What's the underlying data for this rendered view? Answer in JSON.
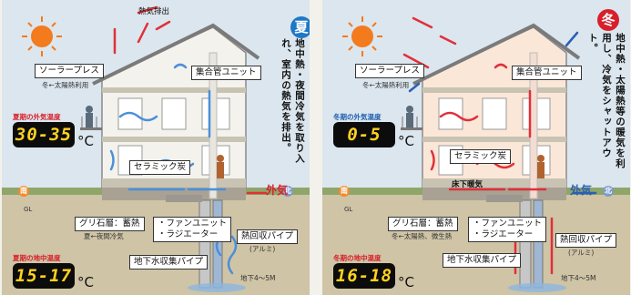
{
  "summer": {
    "season_char": "夏",
    "description": "地中熱・夜間冷気を取り入れ、室内の熱気を排出。",
    "exhaust_label": "熱気排出",
    "solar_label": "ソーラープレス",
    "solar_sub": "冬←太陽熱利用",
    "collector_label": "集合管ユニット",
    "ceramic_label": "セラミック炭",
    "outside_temp_title": "夏期の外気温度",
    "outside_temp": "30-35",
    "outside_air": "外気",
    "gravel_label": "グリ石層：蓄熱",
    "gravel_sub": "夏←夜間冷気",
    "fan_label": "・ファンユニット\n・ラジエーター",
    "heat_pipe_label": "熱回収パイプ",
    "heat_pipe_sub": "(アルミ)",
    "water_pipe_label": "地下水収集パイプ",
    "depth_label": "地下4～5M",
    "ground_temp_title": "夏期の地中温度",
    "ground_temp": "15-17",
    "gl": "GL",
    "unit": "°C",
    "east_char": "南",
    "north_char": "北"
  },
  "winter": {
    "season_char": "冬",
    "description": "地中熱・太陽熱等の暖気を利用し、冷気をシャットアウト。",
    "solar_label": "ソーラープレス",
    "solar_sub": "冬←太陽熱利用",
    "collector_label": "集合管ユニット",
    "ceramic_label": "セラミック炭",
    "floor_label": "床下暖気",
    "outside_temp_title": "冬期の外気温度",
    "outside_temp": "0-5",
    "outside_air": "外気",
    "gravel_label": "グリ石層：蓄熱",
    "gravel_sub": "冬←太陽熱、微生熱",
    "fan_label": "・ファンユニット\n・ラジエーター",
    "heat_pipe_label": "熱回収パイプ",
    "heat_pipe_sub": "(アルミ)",
    "water_pipe_label": "地下水収集パイプ",
    "depth_label": "地下4～5M",
    "ground_temp_title": "冬期の地中温度",
    "ground_temp": "16-18",
    "gl": "GL",
    "unit": "°C",
    "east_char": "南",
    "north_char": "北"
  },
  "colors": {
    "summer_accent": "#1e78c8",
    "winter_accent": "#d7202b",
    "temp_digits": "#ffd21e",
    "warm_arrow": "#e0303a",
    "cool_arrow": "#4a90d9"
  }
}
